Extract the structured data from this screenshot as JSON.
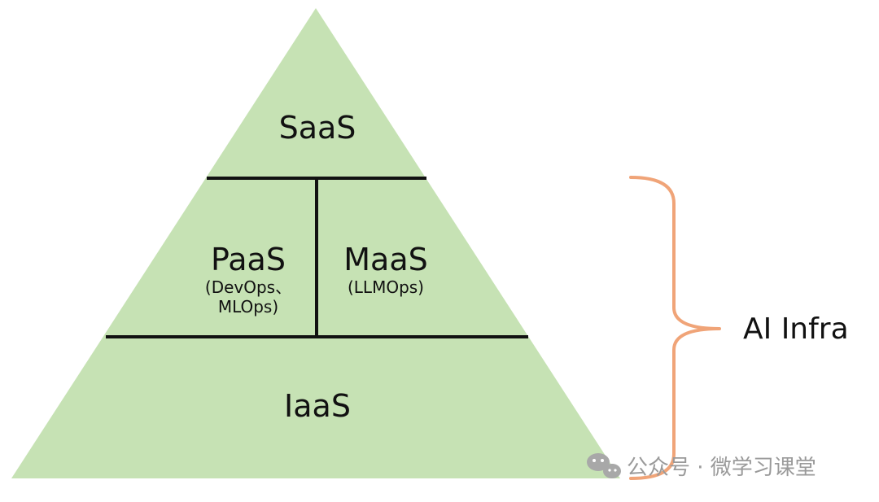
{
  "diagram": {
    "layers": {
      "top": {
        "label": "SaaS"
      },
      "middle_left": {
        "label": "PaaS",
        "sub_line1": "(DevOps、",
        "sub_line2": "MLOps)"
      },
      "middle_right": {
        "label": "MaaS",
        "sub_line1": "(LLMOps)"
      },
      "bottom": {
        "label": "IaaS"
      }
    },
    "brace_label": "AI Infra",
    "colors": {
      "pyramid_fill": "#c6e2b4",
      "divider": "#111111",
      "brace": "#f0a478",
      "watermark": "#9a9a9a"
    }
  },
  "watermark": {
    "text": "公众号 · 微学习课堂",
    "icon": "wechat-icon"
  }
}
